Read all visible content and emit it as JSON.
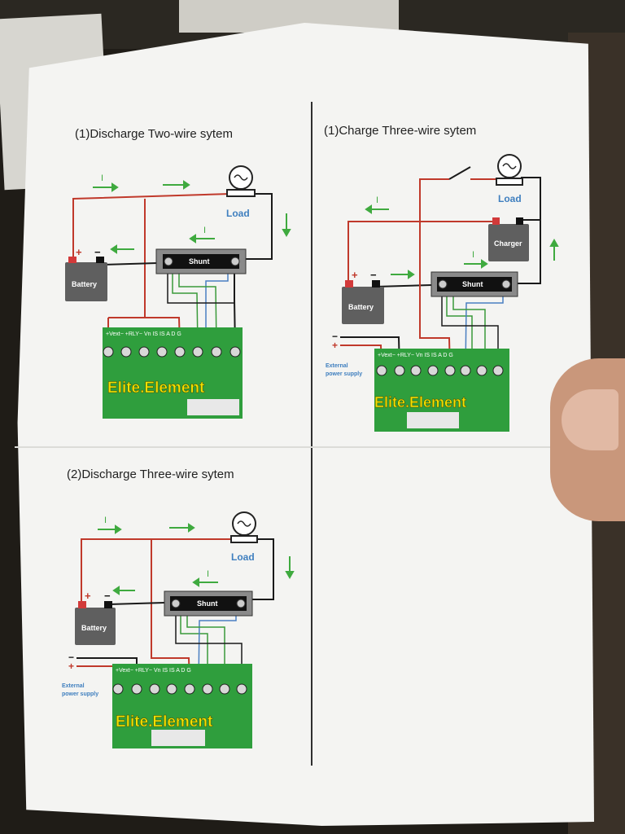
{
  "diagrams": [
    {
      "title": "(1)Discharge Two-wire sytem",
      "load_label": "Load",
      "battery_label": "Battery",
      "shunt_label": "Shunt",
      "current_label": "I",
      "board_text": "Elite.Element",
      "terminal_labels": "+Vext−  +RLY−  Vn  IS  IS  A  D  G",
      "polarity_plus": "+",
      "polarity_minus": "−"
    },
    {
      "title": "(1)Charge Three-wire sytem",
      "load_label": "Load",
      "charger_label": "Charger",
      "battery_label": "Battery",
      "shunt_label": "Shunt",
      "current_label": "I",
      "board_text": "Elite.Element",
      "external_label_1": "External",
      "external_label_2": "power supply",
      "terminal_labels": "+Vext−  +RLY−  Vn  IS  IS  A  D  G",
      "polarity_plus": "+",
      "polarity_minus": "−"
    },
    {
      "title": "(2)Discharge Three-wire sytem",
      "load_label": "Load",
      "battery_label": "Battery",
      "shunt_label": "Shunt",
      "current_label": "I",
      "board_text": "Elite.Element",
      "external_label_1": "External",
      "external_label_2": "power supply",
      "terminal_labels": "+Vext−  +RLY−  Vn  IS  IS  A  D  G",
      "polarity_plus": "+",
      "polarity_minus": "−"
    }
  ],
  "colors": {
    "paper": "#f4f4f2",
    "positive_wire": "#c0392b",
    "negative_wire": "#1a1a1a",
    "sense_wire_green": "#3a9a3a",
    "sense_wire_blue": "#4a7fc1",
    "current_arrow": "#3faa3f",
    "board": "#2f9e3d",
    "board_text": "#f2e200",
    "load_text": "#3f7fbf"
  }
}
